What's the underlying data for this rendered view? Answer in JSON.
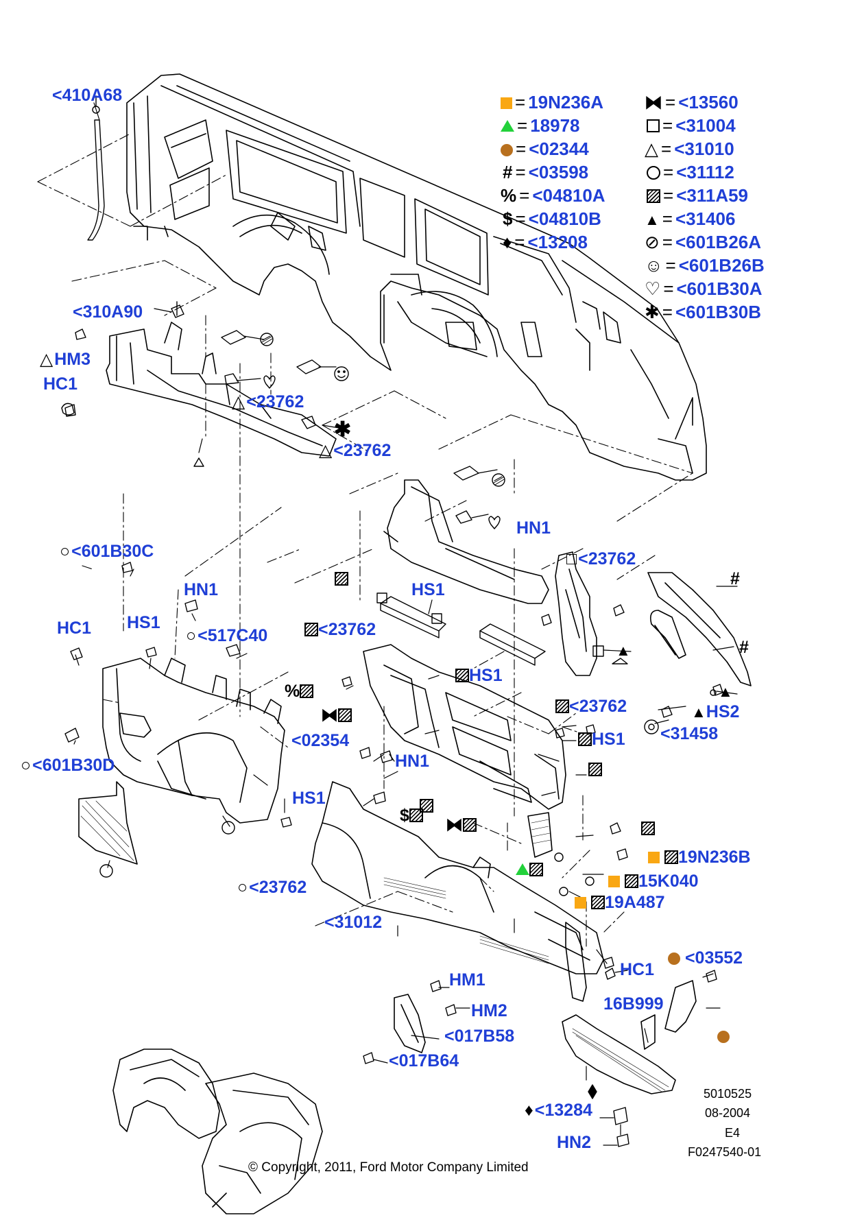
{
  "legend": [
    {
      "icon": "square-orange-icon",
      "code": "19N236A"
    },
    {
      "icon": "triangle-green-icon",
      "code": "18978"
    },
    {
      "icon": "circle-brown-icon",
      "code": "<02344"
    },
    {
      "icon": "hash-icon",
      "symbol": "#",
      "code": "<03598"
    },
    {
      "icon": "percent-icon",
      "symbol": "%",
      "code": "<04810A"
    },
    {
      "icon": "dollar-icon",
      "symbol": "$",
      "code": "<04810B"
    },
    {
      "icon": "diamond-icon",
      "symbol": "♦",
      "code": "<13208"
    },
    {
      "icon": "bowtie-icon",
      "symbol": "⧓",
      "code": "<13560"
    },
    {
      "icon": "open-square-icon",
      "code": "<31004"
    },
    {
      "icon": "open-triangle-icon",
      "symbol": "△",
      "code": "<31010"
    },
    {
      "icon": "open-circle-icon",
      "code": "<31112"
    },
    {
      "icon": "hatched-square-icon",
      "code": "<311A59"
    },
    {
      "icon": "hatched-triangle-icon",
      "symbol": "▲",
      "code": "<31406"
    },
    {
      "icon": "hatched-circle-icon",
      "symbol": "⊘",
      "code": "<601B26A"
    },
    {
      "icon": "smiley-icon",
      "symbol": "☺",
      "code": "<601B26B"
    },
    {
      "icon": "heart-icon",
      "symbol": "♡",
      "code": "<601B30A"
    },
    {
      "icon": "asterisk-icon",
      "symbol": "✱",
      "code": "<601B30B"
    }
  ],
  "callouts": [
    {
      "text": "<410A68"
    },
    {
      "text": "<310A90"
    },
    {
      "sym": "△",
      "text": "HM3"
    },
    {
      "text": "HC1"
    },
    {
      "sym": "△",
      "text": "<23762"
    },
    {
      "sym": "△",
      "text": "<23762"
    },
    {
      "sym": "○",
      "text": "<601B30C"
    },
    {
      "text": "HN1"
    },
    {
      "text": "HC1"
    },
    {
      "text": "HS1"
    },
    {
      "sym": "○",
      "text": "<517C40"
    },
    {
      "text": "HS1"
    },
    {
      "text": "<23762"
    },
    {
      "text": "HN1"
    },
    {
      "sym": "□",
      "text": "<23762"
    },
    {
      "text": "HS1"
    },
    {
      "text": "<23762"
    },
    {
      "text": "<02354"
    },
    {
      "text": "HN1"
    },
    {
      "text": "HS1"
    },
    {
      "sym": "○",
      "text": "<601B30D"
    },
    {
      "text": "HS1"
    },
    {
      "text": "HS2"
    },
    {
      "text": "<31458"
    },
    {
      "text": "19N236B"
    },
    {
      "text": "15K040"
    },
    {
      "text": "19A487"
    },
    {
      "sym": "○",
      "text": "<23762"
    },
    {
      "text": "<31012"
    },
    {
      "text": "HC1"
    },
    {
      "text": "<03552"
    },
    {
      "text": "HM1"
    },
    {
      "text": "HM2"
    },
    {
      "text": "16B999"
    },
    {
      "text": "<017B58"
    },
    {
      "text": "<017B64"
    },
    {
      "sym": "♦",
      "text": "<13284"
    },
    {
      "text": "HN2"
    }
  ],
  "doc_info": {
    "number": "5010525",
    "date": "08-2004",
    "rev": "E4",
    "figure": "F0247540-01"
  },
  "copyright": "© Copyright, 2011, Ford Motor Company Limited"
}
